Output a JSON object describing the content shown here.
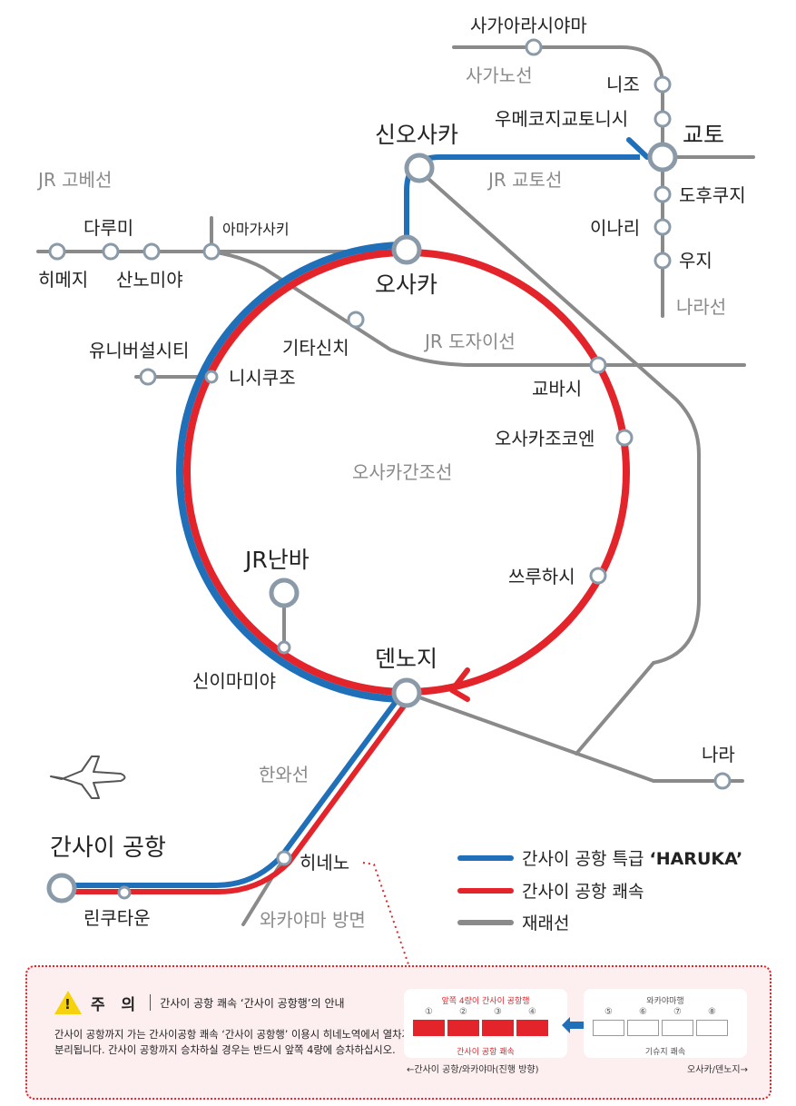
{
  "stations": {
    "sagaarashiyama": "사가아라시야마",
    "nijo": "니조",
    "umekoji": "우메코지교토니시",
    "kyoto": "교토",
    "tofukuji": "도후쿠지",
    "inari": "이나리",
    "uji": "우지",
    "shinosaka": "신오사카",
    "osaka": "오사카",
    "tarumi": "다루미",
    "himeji": "히메지",
    "sannomiya": "산노미야",
    "amagasaki": "아마가사키",
    "kitashinchi": "기타신치",
    "usj": "유니버설시티",
    "nishikujo": "니시쿠조",
    "kyobashi": "교바시",
    "osakajokoen": "오사카조코엔",
    "tsuruhashi": "쓰루하시",
    "jrnamba": "JR난바",
    "shinimamiya": "신이마미야",
    "tennoji": "덴노지",
    "nara": "나라",
    "hineno": "히네노",
    "rinku": "린쿠타운",
    "kix": "간사이 공항"
  },
  "lines": {
    "sagano": "사가노선",
    "kobe": "JR 고베선",
    "kyoto_line": "JR 교토선",
    "tozai": "JR 도자이선",
    "nara_line": "나라선",
    "loop": "오사카간조선",
    "hanwa": "한와선",
    "wakayama": "와카야마 방면"
  },
  "legend": {
    "haruka_prefix": "간사이 공항 특급 ",
    "haruka_name": "‘HARUKA’",
    "rapid": "간사이 공항 쾌속",
    "local": "재래선"
  },
  "colors": {
    "haruka": "#1f6fb9",
    "rapid": "#e3242b",
    "local": "#8a8a8a"
  },
  "notice": {
    "warning_symbol": "!",
    "title": "주 의",
    "subtitle": "간사이 공항 쾌속 ‘간사이 공항행’의 안내",
    "body": "간사이 공항까지 가는 간사이공항 쾌속 ‘간사이 공항행’ 이용시 히네노역에서 열차가 분리됩니다. 간사이 공항까지 승차하실 경우는 반드시 앞쪽 4량에 승차하십시오.",
    "front_caption": "앞쪽 4량이 간사이 공항행",
    "front_footer": "간사이 공항 쾌속",
    "rear_caption": "와카야마행",
    "rear_footer": "기슈지 쾌속",
    "front_cars": [
      "①",
      "②",
      "③",
      "④"
    ],
    "rear_cars": [
      "⑤",
      "⑥",
      "⑦",
      "⑧"
    ],
    "direction_left": "←간사이 공항/와카야마(진행 방향)",
    "direction_right": "오사카/덴노지→"
  }
}
